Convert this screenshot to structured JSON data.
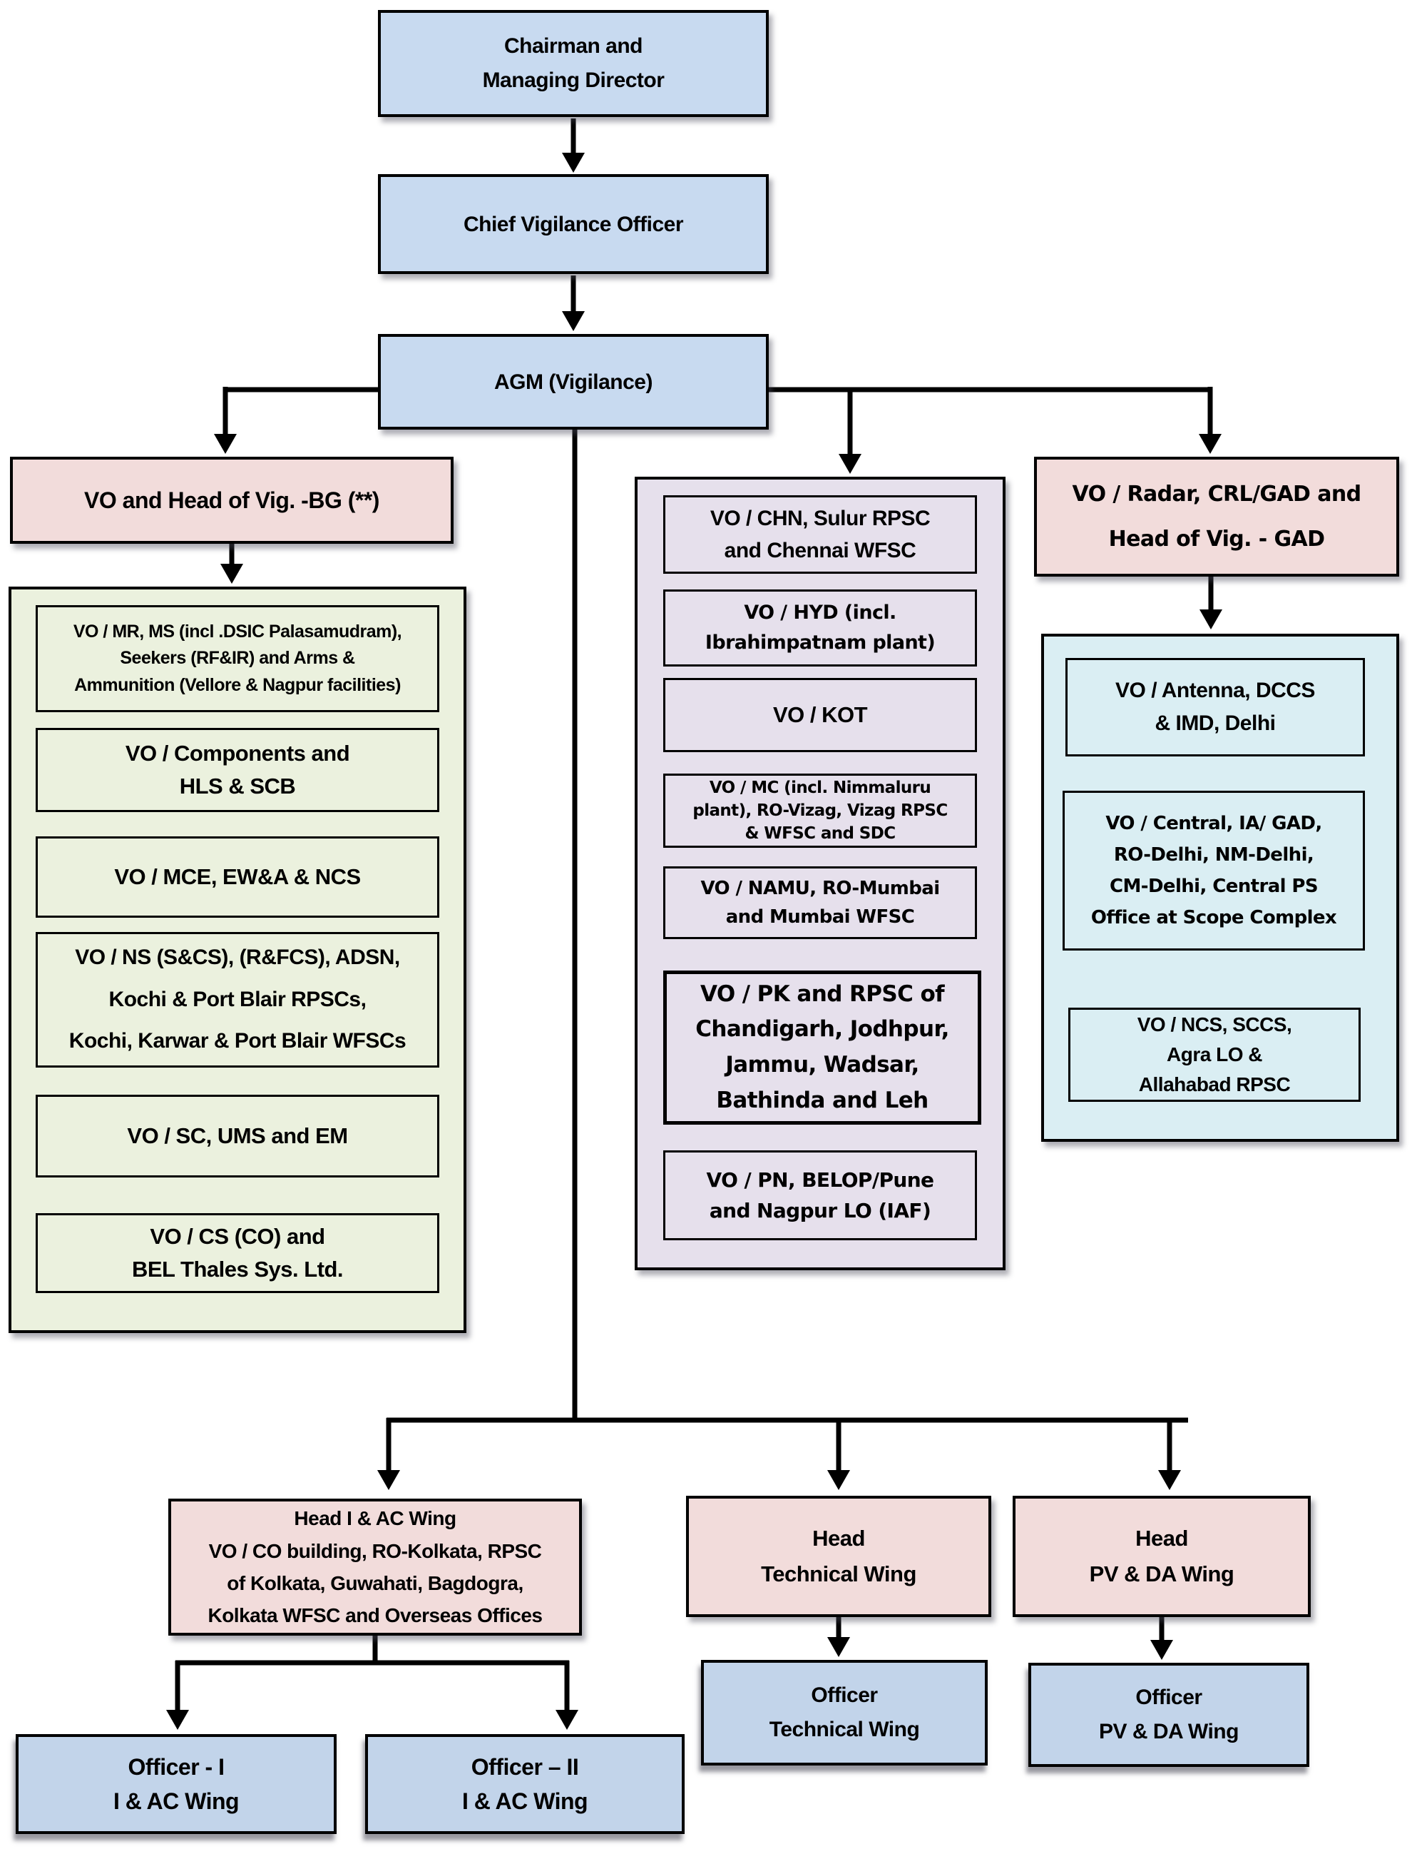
{
  "colors": {
    "box_blue_top": "#c8daf0",
    "box_blue_officer": "#c2d4ea",
    "box_pink": "#f2dcdb",
    "group_green": "#ebf1de",
    "group_purple": "#e6e0ec",
    "group_cyan": "#daeef3",
    "border": "#000000",
    "connector": "#000000",
    "background": "#ffffff"
  },
  "nodes": {
    "chairman": {
      "label": "Chairman and\nManaging Director"
    },
    "cvo": {
      "label": "Chief Vigilance Officer"
    },
    "agm": {
      "label": "AGM (Vigilance)"
    },
    "vo_head_bg": {
      "label": "VO and Head of Vig. -BG (**)"
    },
    "mr_ms": {
      "label": "VO / MR, MS (incl .DSIC Palasamudram),\nSeekers (RF&IR) and Arms &\nAmmunition (Vellore & Nagpur facilities)"
    },
    "components": {
      "label": "VO / Components and\nHLS & SCB"
    },
    "mce": {
      "label": "VO / MCE, EW&A & NCS"
    },
    "ns": {
      "label": "VO / NS (S&CS), (R&FCS), ADSN,\nKochi & Port Blair RPSCs,\nKochi, Karwar & Port Blair WFSCs"
    },
    "sc_ums": {
      "label": "VO / SC, UMS and EM"
    },
    "cs_co": {
      "label": "VO / CS (CO) and\nBEL Thales Sys. Ltd."
    },
    "chn": {
      "label": "VO / CHN, Sulur RPSC\nand Chennai WFSC"
    },
    "hyd": {
      "label": "VO / HYD (incl.\nIbrahimpatnam plant)"
    },
    "kot": {
      "label": "VO / KOT"
    },
    "mc": {
      "label": "VO / MC (incl. Nimmaluru\nplant), RO-Vizag, Vizag RPSC\n& WFSC and SDC"
    },
    "namu": {
      "label": "VO / NAMU, RO-Mumbai\nand Mumbai WFSC"
    },
    "pk": {
      "label": "VO / PK and RPSC of\nChandigarh, Jodhpur,\nJammu, Wadsar,\nBathinda and Leh"
    },
    "pn": {
      "label": "VO / PN, BELOP/Pune\nand Nagpur LO (IAF)"
    },
    "vo_radar_gad": {
      "label": "VO / Radar, CRL/GAD and\nHead of Vig. - GAD"
    },
    "antenna": {
      "label": "VO / Antenna, DCCS\n& IMD, Delhi"
    },
    "central": {
      "label": "VO / Central, IA/ GAD,\nRO-Delhi, NM-Delhi,\nCM-Delhi, Central PS\nOffice at Scope Complex"
    },
    "ncs_sccs": {
      "label": "VO / NCS, SCCS,\nAgra LO &\nAllahabad RPSC"
    },
    "head_iac": {
      "label": "Head I & AC Wing\nVO / CO building, RO-Kolkata, RPSC\nof Kolkata, Guwahati, Bagdogra,\nKolkata WFSC and Overseas Offices"
    },
    "head_tech": {
      "label": "Head\nTechnical Wing"
    },
    "head_pvda": {
      "label": "Head\nPV & DA Wing"
    },
    "officer_1": {
      "label": "Officer - I\nI & AC Wing"
    },
    "officer_2": {
      "label": "Officer – II\nI & AC Wing"
    },
    "officer_tech": {
      "label": "Officer\nTechnical Wing"
    },
    "officer_pvda": {
      "label": "Officer\nPV & DA Wing"
    }
  },
  "edges": [
    {
      "from": "chairman",
      "to": "cvo"
    },
    {
      "from": "cvo",
      "to": "agm"
    },
    {
      "from": "agm",
      "to": "vo_head_bg"
    },
    {
      "from": "agm",
      "to": "chn_group"
    },
    {
      "from": "agm",
      "to": "vo_radar_gad"
    },
    {
      "from": "vo_head_bg",
      "to": "bg_units_group"
    },
    {
      "from": "vo_radar_gad",
      "to": "gad_units_group"
    },
    {
      "from": "agm",
      "to": "head_iac"
    },
    {
      "from": "agm",
      "to": "head_tech"
    },
    {
      "from": "agm",
      "to": "head_pvda"
    },
    {
      "from": "head_iac",
      "to": "officer_1"
    },
    {
      "from": "head_iac",
      "to": "officer_2"
    },
    {
      "from": "head_tech",
      "to": "officer_tech"
    },
    {
      "from": "head_pvda",
      "to": "officer_pvda"
    }
  ]
}
